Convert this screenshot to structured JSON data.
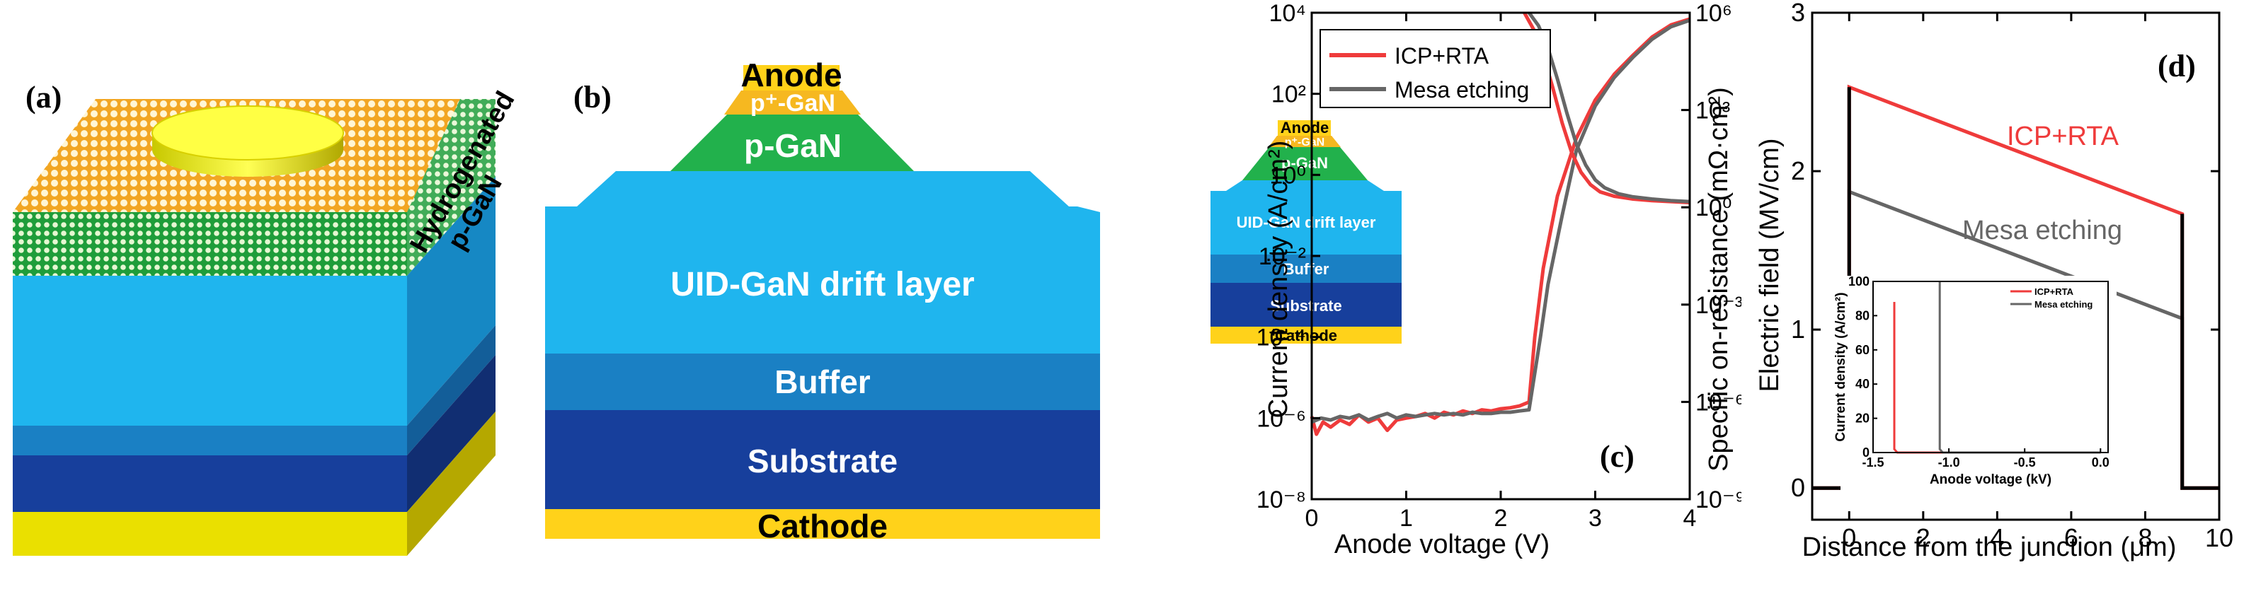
{
  "panel_a": {
    "label": "(a)",
    "surface_label_line1": "Hydrogenated",
    "surface_label_line2": "p-GaN"
  },
  "panel_b": {
    "label": "(b)",
    "layers": {
      "anode": "Anode",
      "p_plus_gan": "p⁺-GaN",
      "p_gan": "p-GaN",
      "drift": "UID-GaN drift layer",
      "buffer": "Buffer",
      "substrate": "Substrate",
      "cathode": "Cathode"
    }
  },
  "panel_c": {
    "label": "(c)",
    "inset_layers": {
      "anode": "Anode",
      "p_plus_gan": "p⁺-GaN",
      "p_gan": "p-GaN",
      "drift": "UID-GaN drift layer",
      "buffer": "Buffer",
      "substrate": "Substrate",
      "cathode": "Cathode"
    }
  },
  "panel_d": {
    "label": "(d)",
    "annotation_icp": "ICP+RTA",
    "annotation_mesa": "Mesa etching"
  },
  "colors": {
    "icp_rta": "#ef3b3b",
    "mesa": "#666666",
    "anode": "#ffd21a",
    "p_plus_gan": "#f6b820",
    "p_gan": "#22b14c",
    "drift": "#1fb5ee",
    "buffer": "#1a80c4",
    "substrate": "#173f9c",
    "cathode": "#ffd21a"
  },
  "chart_data": [
    {
      "id": "c",
      "type": "line",
      "xlabel": "Anode voltage (V)",
      "ylabel": "Current density (A/cm²)",
      "y2label": "Specific on-resistance (mΩ·cm²)",
      "xlim": [
        0,
        4
      ],
      "xticks": [
        "0",
        "1",
        "2",
        "3",
        "4"
      ],
      "ylim_log10": [
        -8,
        4
      ],
      "yticks": [
        "10⁻⁸",
        "10⁻⁶",
        "10⁻⁴",
        "10⁻²",
        "10⁰",
        "10²",
        "10⁴"
      ],
      "y2lim_log10": [
        -9,
        6
      ],
      "y2ticks": [
        "10⁻⁹",
        "10⁻⁶",
        "10⁻³",
        "10⁰",
        "10³",
        "10⁶"
      ],
      "legend": [
        "ICP+RTA",
        "Mesa etching"
      ],
      "legend_position": "top-left",
      "series": [
        {
          "name": "ICP+RTA",
          "axis": "left",
          "x": [
            0,
            0.05,
            0.12,
            0.2,
            0.3,
            0.4,
            0.5,
            0.6,
            0.7,
            0.8,
            0.9,
            1.0,
            1.1,
            1.2,
            1.3,
            1.4,
            1.5,
            1.6,
            1.7,
            1.8,
            1.9,
            2.0,
            2.1,
            2.2,
            2.3,
            2.36,
            2.45,
            2.6,
            2.8,
            3.0,
            3.2,
            3.4,
            3.6,
            3.8,
            4.0
          ],
          "y": [
            1.1e-06,
            4e-07,
            8e-07,
            6e-07,
            9e-07,
            7e-07,
            1.2e-06,
            8e-07,
            1e-06,
            5e-07,
            9e-07,
            1e-06,
            1.1e-06,
            1.3e-06,
            1e-06,
            1.4e-06,
            1.2e-06,
            1.5e-06,
            1.3e-06,
            1.6e-06,
            1.5e-06,
            1.7e-06,
            1.8e-06,
            2e-06,
            2.5e-06,
            0.0001,
            0.005,
            0.3,
            8,
            70,
            300,
            900,
            2500,
            5000,
            7000
          ]
        },
        {
          "name": "Mesa etching",
          "axis": "left",
          "x": [
            0,
            0.1,
            0.2,
            0.3,
            0.4,
            0.5,
            0.6,
            0.7,
            0.8,
            0.9,
            1.0,
            1.1,
            1.2,
            1.3,
            1.4,
            1.5,
            1.6,
            1.7,
            1.8,
            1.9,
            2.0,
            2.1,
            2.2,
            2.3,
            2.42,
            2.5,
            2.65,
            2.8,
            3.0,
            3.2,
            3.4,
            3.6,
            3.8,
            4.0
          ],
          "y": [
            8e-07,
            1e-06,
            9e-07,
            1.1e-06,
            1e-06,
            1.2e-06,
            9e-07,
            1.1e-06,
            1.3e-06,
            1e-06,
            1.2e-06,
            1.1e-06,
            1.2e-06,
            1.3e-06,
            1.2e-06,
            1.3e-06,
            1.2e-06,
            1.4e-06,
            1.3e-06,
            1.3e-06,
            1.4e-06,
            1.4e-06,
            1.5e-06,
            1.6e-06,
            0.0001,
            0.002,
            0.1,
            4,
            50,
            250,
            800,
            2200,
            4500,
            6500
          ]
        },
        {
          "name": "ICP+RTA",
          "axis": "right",
          "x": [
            2.25,
            2.35,
            2.45,
            2.55,
            2.65,
            2.75,
            2.85,
            2.95,
            3.05,
            3.2,
            3.4,
            3.6,
            3.8,
            4.0
          ],
          "y": [
            1000000,
            300000,
            50000,
            5000,
            400,
            50,
            12,
            5,
            3,
            2.2,
            1.8,
            1.6,
            1.5,
            1.4
          ]
        },
        {
          "name": "Mesa etching",
          "axis": "right",
          "x": [
            2.3,
            2.4,
            2.5,
            2.6,
            2.7,
            2.8,
            2.9,
            3.0,
            3.1,
            3.25,
            3.4,
            3.6,
            3.8,
            4.0
          ],
          "y": [
            1000000,
            400000,
            80000,
            9000,
            800,
            90,
            20,
            7,
            4,
            2.6,
            2.1,
            1.8,
            1.6,
            1.5
          ]
        }
      ]
    },
    {
      "id": "d",
      "type": "line",
      "xlabel": "Distance from the junction (μm)",
      "ylabel": "Electric field (MV/cm)",
      "xlim": [
        -1,
        10
      ],
      "xticks": [
        "0",
        "2",
        "4",
        "6",
        "8",
        "10"
      ],
      "ylim": [
        -0.2,
        3
      ],
      "yticks": [
        "0",
        "1",
        "2",
        "3"
      ],
      "series": [
        {
          "name": "ICP+RTA",
          "x": [
            -1,
            0,
            0,
            9,
            9,
            10
          ],
          "y": [
            0,
            0,
            2.53,
            1.73,
            0,
            0
          ]
        },
        {
          "name": "Mesa etching",
          "x": [
            -1,
            0,
            0,
            9,
            9,
            10
          ],
          "y": [
            0,
            0,
            1.87,
            1.07,
            0,
            0
          ]
        }
      ],
      "inset": {
        "xlabel": "Anode voltage (kV)",
        "ylabel": "Current density (A/cm²)",
        "xlim": [
          -1.5,
          0.05
        ],
        "xticks": [
          "-1.5",
          "-1.0",
          "-0.5",
          "0.0"
        ],
        "ylim": [
          0,
          100
        ],
        "yticks": [
          "0",
          "20",
          "40",
          "60",
          "80",
          "100"
        ],
        "legend": [
          "ICP+RTA",
          "Mesa etching"
        ],
        "series": [
          {
            "name": "ICP+RTA",
            "x": [
              -1.36,
              -1.36,
              -1.34,
              0
            ],
            "y": [
              88,
              2,
              0,
              0
            ]
          },
          {
            "name": "Mesa etching",
            "x": [
              -1.06,
              -1.06,
              -1.04,
              0
            ],
            "y": [
              100,
              2,
              0,
              0
            ]
          }
        ]
      }
    }
  ]
}
